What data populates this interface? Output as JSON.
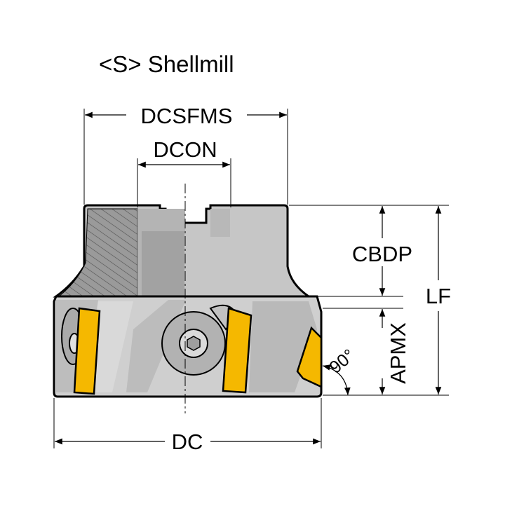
{
  "title": "<S> Shellmill",
  "labels": {
    "dcsfms": "DCSFMS",
    "dcon": "DCON",
    "cbdp": "CBDP",
    "lf": "LF",
    "apmx": "APMX",
    "dc": "DC",
    "angle": "90°"
  },
  "colors": {
    "body": "#c9c9c9",
    "body_dark": "#a8a8a8",
    "hatch_fill": "#8f8f8f",
    "outline": "#000000",
    "insert": "#f5b800",
    "insert_edge": "#b07a00"
  }
}
